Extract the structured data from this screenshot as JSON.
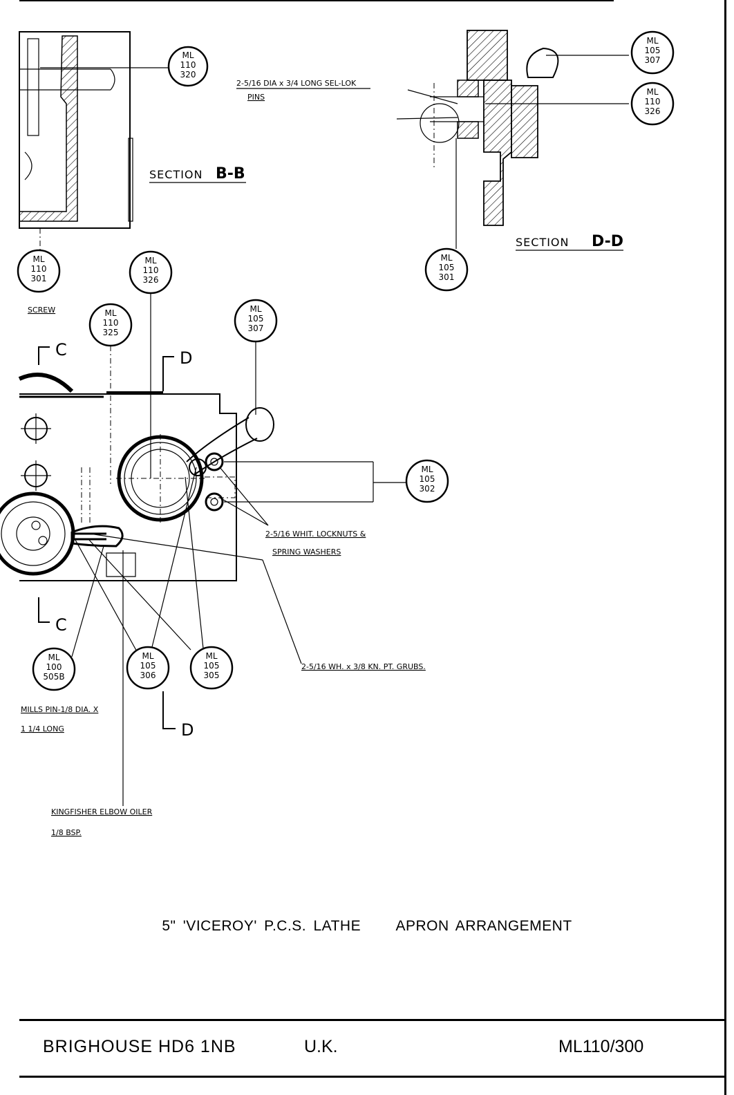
{
  "sections": {
    "bb": {
      "prefix": "SECTION",
      "letters": "B-B"
    },
    "dd": {
      "prefix": "SECTION",
      "letters": "D-D"
    }
  },
  "section_markers": {
    "c_top": "C",
    "c_bottom": "C",
    "d_top": "D",
    "d_bottom": "D"
  },
  "balloons": [
    {
      "id": "b1",
      "lines": [
        "ML",
        "110",
        "320"
      ]
    },
    {
      "id": "b2",
      "lines": [
        "ML",
        "105",
        "307"
      ]
    },
    {
      "id": "b3",
      "lines": [
        "ML",
        "110",
        "326"
      ]
    },
    {
      "id": "b4",
      "lines": [
        "ML",
        "110",
        "301"
      ]
    },
    {
      "id": "b5",
      "lines": [
        "ML",
        "110",
        "326"
      ]
    },
    {
      "id": "b6",
      "lines": [
        "ML",
        "105",
        "301"
      ]
    },
    {
      "id": "b7",
      "lines": [
        "ML",
        "110",
        "325"
      ]
    },
    {
      "id": "b8",
      "lines": [
        "ML",
        "105",
        "307"
      ]
    },
    {
      "id": "b9",
      "lines": [
        "ML",
        "105",
        "302"
      ]
    },
    {
      "id": "b10",
      "lines": [
        "ML",
        "100",
        "505B"
      ]
    },
    {
      "id": "b11",
      "lines": [
        "ML",
        "105",
        "306"
      ]
    },
    {
      "id": "b12",
      "lines": [
        "ML",
        "105",
        "305"
      ]
    }
  ],
  "notes": {
    "sel_lok_line1": "2-5/16 DIA x 3/4 LONG SEL-LOK",
    "sel_lok_line2": "PINS",
    "screw": "SCREW",
    "locknuts_line1": "2-5/16 WHIT. LOCKNUTS &",
    "locknuts_line2": "SPRING WASHERS",
    "grubs": "2-5/16 WH. x 3/8 KN. PT. GRUBS.",
    "mills_pin_line1": "MILLS PIN-1/8 DIA. X",
    "mills_pin_line2": "1 1/4 LONG",
    "oiler_line1": "KINGFISHER ELBOW OILER",
    "oiler_line2": "1/8 BSP."
  },
  "title": {
    "left": "5\" 'VICEROY' P.C.S. LATHE",
    "right": "APRON ARRANGEMENT"
  },
  "footer": {
    "address": "BRIGHOUSE HD6 1NB",
    "country": "U.K.",
    "drawing_no": "ML110/300"
  }
}
